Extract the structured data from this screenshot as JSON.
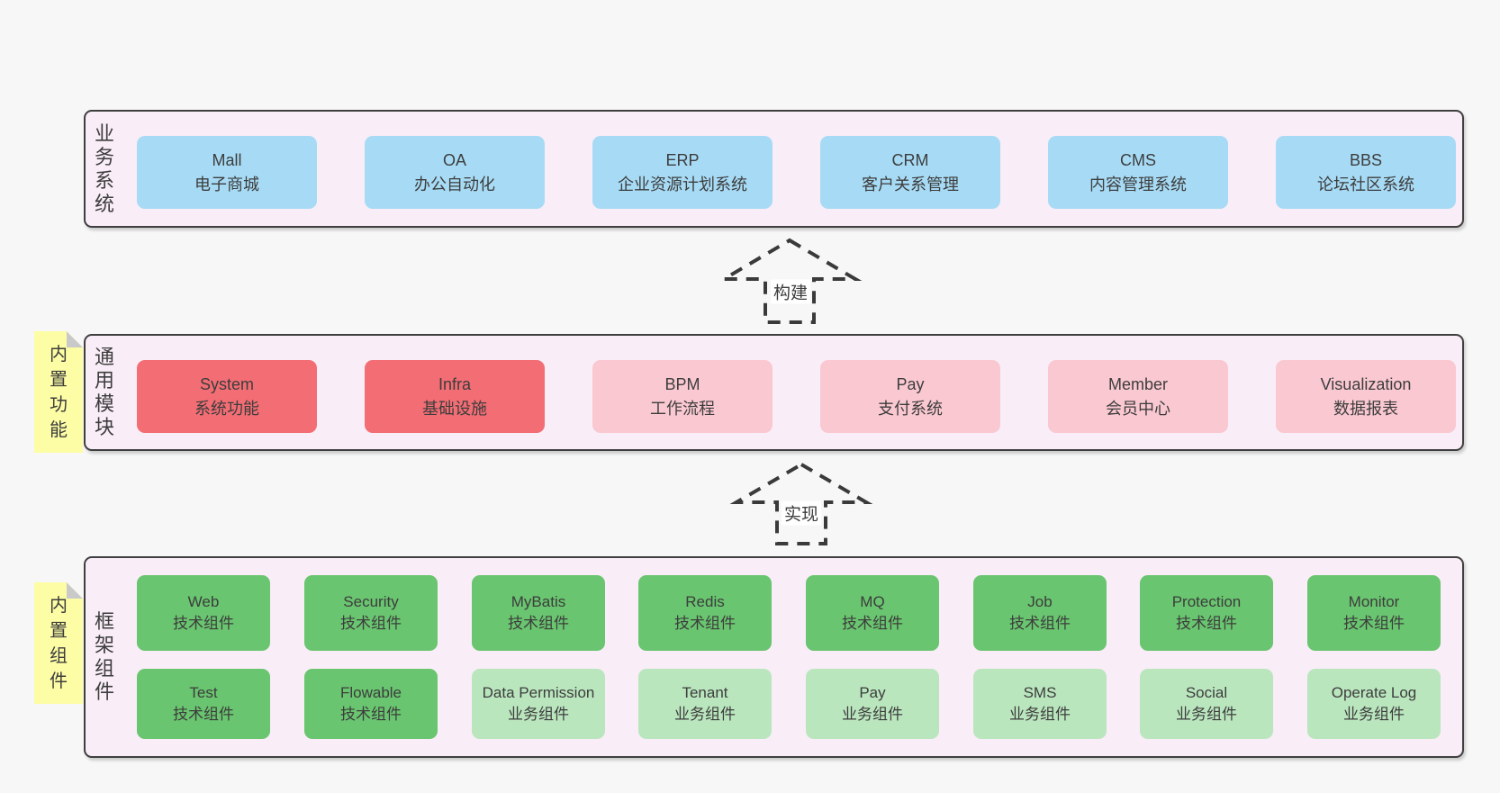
{
  "colors": {
    "page_bg": "#f7f7f7",
    "container_bg": "#f9edf7",
    "container_border": "#3f3f3f",
    "blue": "#a7dbf5",
    "red": "#f36d74",
    "pink": "#fac8d1",
    "green": "#69c56f",
    "light_green": "#bae6be",
    "note_bg": "#fdfda5",
    "note_fold": "#c9c9c9",
    "text": "#3d3d3d",
    "dash": "#3a3a3a"
  },
  "layers": {
    "business": {
      "label": "业务系统",
      "boxes": [
        {
          "title": "Mall",
          "subtitle": "电子商城"
        },
        {
          "title": "OA",
          "subtitle": "办公自动化"
        },
        {
          "title": "ERP",
          "subtitle": "企业资源计划系统"
        },
        {
          "title": "CRM",
          "subtitle": "客户关系管理"
        },
        {
          "title": "CMS",
          "subtitle": "内容管理系统"
        },
        {
          "title": "BBS",
          "subtitle": "论坛社区系统"
        }
      ]
    },
    "modules": {
      "label": "通用模块",
      "note": "内置功能",
      "boxes": [
        {
          "title": "System",
          "subtitle": "系统功能"
        },
        {
          "title": "Infra",
          "subtitle": "基础设施"
        },
        {
          "title": "BPM",
          "subtitle": "工作流程"
        },
        {
          "title": "Pay",
          "subtitle": "支付系统"
        },
        {
          "title": "Member",
          "subtitle": "会员中心"
        },
        {
          "title": "Visualization",
          "subtitle": "数据报表"
        }
      ]
    },
    "components": {
      "label": "框架组件",
      "note": "内置组件",
      "row1": [
        {
          "title": "Web",
          "subtitle": "技术组件"
        },
        {
          "title": "Security",
          "subtitle": "技术组件"
        },
        {
          "title": "MyBatis",
          "subtitle": "技术组件"
        },
        {
          "title": "Redis",
          "subtitle": "技术组件"
        },
        {
          "title": "MQ",
          "subtitle": "技术组件"
        },
        {
          "title": "Job",
          "subtitle": "技术组件"
        },
        {
          "title": "Protection",
          "subtitle": "技术组件"
        },
        {
          "title": "Monitor",
          "subtitle": "技术组件"
        }
      ],
      "row2": [
        {
          "title": "Test",
          "subtitle": "技术组件"
        },
        {
          "title": "Flowable",
          "subtitle": "技术组件"
        },
        {
          "title": "Data Permission",
          "subtitle": "业务组件"
        },
        {
          "title": "Tenant",
          "subtitle": "业务组件"
        },
        {
          "title": "Pay",
          "subtitle": "业务组件"
        },
        {
          "title": "SMS",
          "subtitle": "业务组件"
        },
        {
          "title": "Social",
          "subtitle": "业务组件"
        },
        {
          "title": "Operate Log",
          "subtitle": "业务组件"
        }
      ]
    }
  },
  "arrows": {
    "build": "构建",
    "implement": "实现"
  }
}
